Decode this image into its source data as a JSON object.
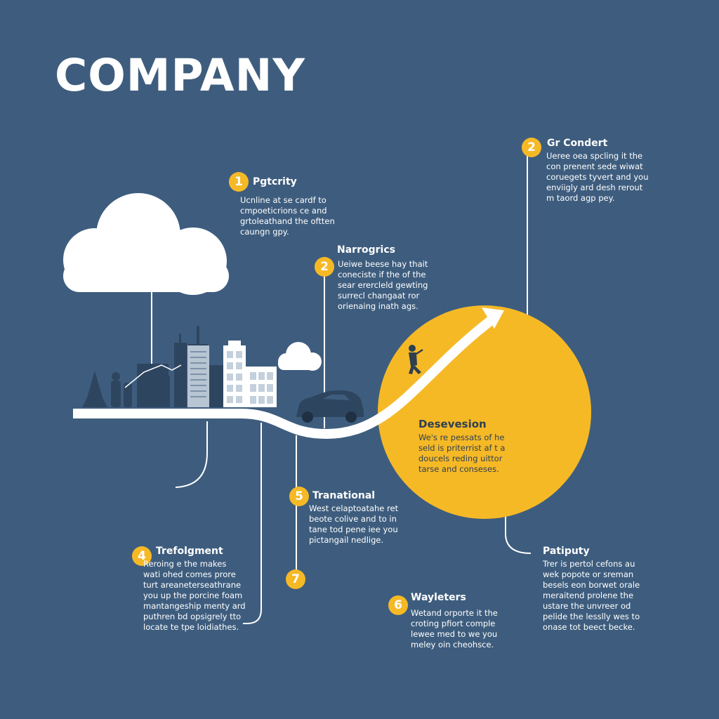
{
  "title": "COMPANY",
  "colors": {
    "background": "#3e5d7e",
    "accent": "#f6b926",
    "line": "#ffffff",
    "silhouette": "#2e4560"
  },
  "icons": [
    "cloud-icon",
    "small-cloud-icon",
    "city-skyline-icon",
    "car-icon",
    "climber-icon",
    "tree-icon",
    "person-icon",
    "arrow-up-right-icon"
  ],
  "items": [
    {
      "number": "1",
      "heading": "Pgtcrity",
      "body": "Ucnline at se cardf to\ncmpoeticrions ce and\ngrtoleathand the oftten\ncaungn gpy."
    },
    {
      "number": "2",
      "heading": "Narrogrics",
      "body": "Ueiwe beese hay thait\nconeciste if the of the\nsear erercleld gewting\nsurrecl changaat ror\norienaing inath ags."
    },
    {
      "number": "2",
      "heading": "Gr Condert",
      "body": "Ueree oea spcling it the\ncon prenent sede wiwat\ncoruegets tyvert and you\nenviigly ard desh rerout\nm taord agp pey."
    },
    {
      "number": "",
      "heading": "Desevesion",
      "body": "We's re pessats of he\nseld is priterrist af t a\ndoucels reding uittor\ntarse and conseses."
    },
    {
      "number": "4",
      "heading": "Trefolgment",
      "body": "Reroing e the makes\nwati ohed comes prore\nturt areaneterseathrane\nyou up the porcine foam\nmantangeship menty ard\nputhren bd opsigrely tto\nlocate te tpe loidiathes."
    },
    {
      "number": "5",
      "heading": "Tranational",
      "body": "West celaptoatahe ret\nbeote colive and to in\ntane tod pene iee you\npictangail nedlige."
    },
    {
      "number": "7",
      "heading": "",
      "body": ""
    },
    {
      "number": "6",
      "heading": "Wayleters",
      "body": "Wetand orporte it the\ncroting pfiort comple\nlewee med to we you\nmeley oin cheohsce."
    },
    {
      "number": "",
      "heading": "Patiputy",
      "body": "Trer is pertol cefons au\nwek popote or sreman\nbesels eon borwet orale\nmeraitend prolene the\nustare the unvreer od\npelide the lesslly wes to\nonase tot beect becke."
    }
  ]
}
